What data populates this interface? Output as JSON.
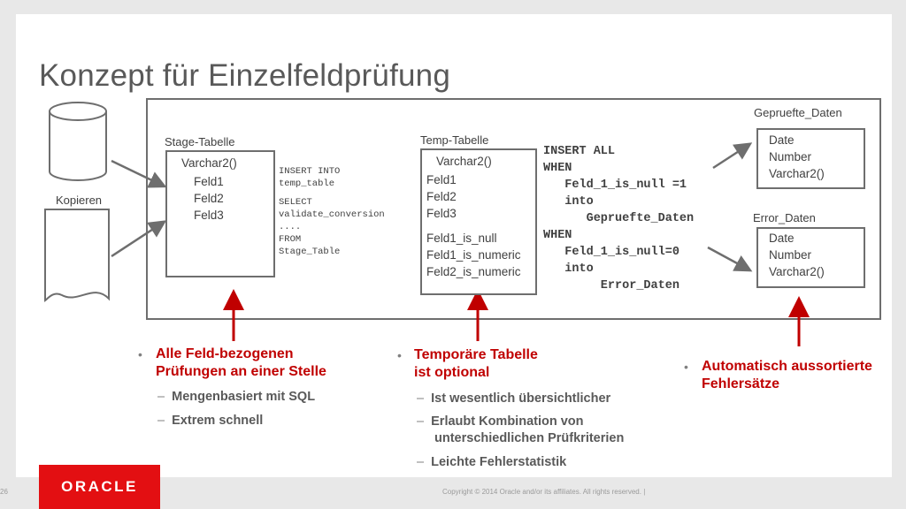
{
  "title": "Konzept für Einzelfeldprüfung",
  "kopieren_label": "Kopieren",
  "stage": {
    "label": "Stage-Tabelle",
    "type": "Varchar2()",
    "fields": [
      "Feld1",
      "Feld2",
      "Feld3"
    ]
  },
  "stage_sql": [
    "INSERT INTO",
    "temp_table",
    "SELECT",
    "validate_conversion",
    "....",
    "FROM",
    "Stage_Table"
  ],
  "temp": {
    "label": "Temp-Tabelle",
    "type": "Varchar2()",
    "fields": [
      "Feld1",
      "Feld2",
      "Feld3"
    ],
    "checks": [
      "Feld1_is_null",
      "Feld1_is_numeric",
      "Feld2_is_numeric"
    ]
  },
  "insert_sql": "INSERT ALL\nWHEN\n   Feld_1_is_null =1\n   into\n      Gepruefte_Daten\nWHEN\n   Feld_1_is_null=0\n   into\n        Error_Daten",
  "gepruefte": {
    "label": "Gepruefte_Daten",
    "fields": [
      "Date",
      "Number",
      "Varchar2()"
    ]
  },
  "error": {
    "label": "Error_Daten",
    "fields": [
      "Date",
      "Number",
      "Varchar2()"
    ]
  },
  "bullets": {
    "b1": {
      "main": "Alle Feld-bezogenen Prüfungen an einer Stelle",
      "subs": [
        "Mengenbasiert mit SQL",
        "Extrem schnell"
      ]
    },
    "b2": {
      "main": "Temporäre Tabelle ist optional",
      "subs": [
        "Ist wesentlich übersichtlicher",
        "Erlaubt Kombination von unterschiedlichen Prüfkriterien",
        "Leichte Fehlerstatistik"
      ]
    },
    "b3": {
      "main": "Automatisch aussortierte Fehlersätze"
    }
  },
  "footer": {
    "logo": "ORACLE",
    "copyright": "Copyright © 2014 Oracle and/or its affiliates. All rights reserved.  |",
    "page": "26"
  },
  "colors": {
    "accent": "#c00000",
    "logo": "#e30f12"
  }
}
